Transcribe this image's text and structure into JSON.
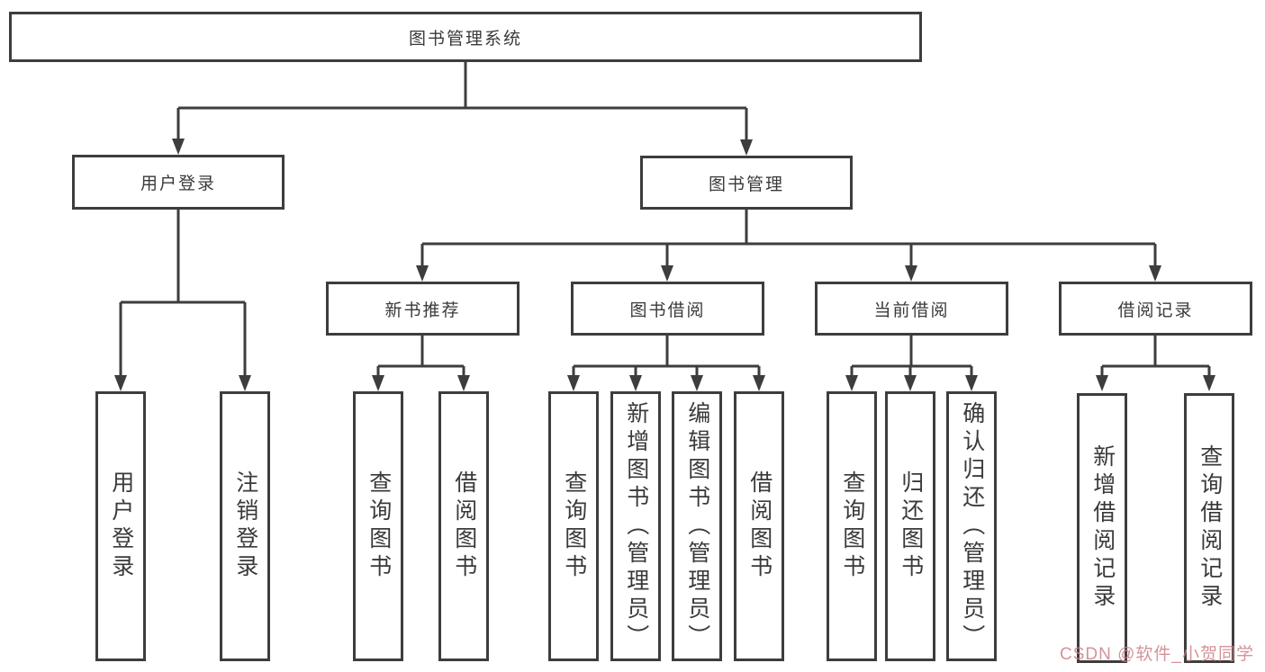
{
  "diagram": {
    "root": {
      "label": "图书管理系统"
    },
    "branches": [
      {
        "label": "用户登录",
        "children": [
          {
            "label": "用户登录"
          },
          {
            "label": "注销登录"
          }
        ]
      },
      {
        "label": "图书管理",
        "children": [
          {
            "label": "新书推荐",
            "children": [
              {
                "label": "查询图书"
              },
              {
                "label": "借阅图书"
              }
            ]
          },
          {
            "label": "图书借阅",
            "children": [
              {
                "label": "查询图书"
              },
              {
                "label": "新增图书（管理员）"
              },
              {
                "label": "编辑图书（管理员）"
              },
              {
                "label": "借阅图书"
              }
            ]
          },
          {
            "label": "当前借阅",
            "children": [
              {
                "label": "查询图书"
              },
              {
                "label": "归还图书"
              },
              {
                "label": "确认归还（管理员）"
              }
            ]
          },
          {
            "label": "借阅记录",
            "children": [
              {
                "label": "新增借阅记录"
              },
              {
                "label": "查询借阅记录"
              }
            ]
          }
        ]
      }
    ]
  },
  "watermark": {
    "text": "CSDN @软件_小贺同学",
    "color": "#cc8088"
  },
  "colors": {
    "line": "#3d3d3d",
    "box_border": "#3d3d3d",
    "text": "#3a3a3a",
    "background": "#ffffff"
  }
}
